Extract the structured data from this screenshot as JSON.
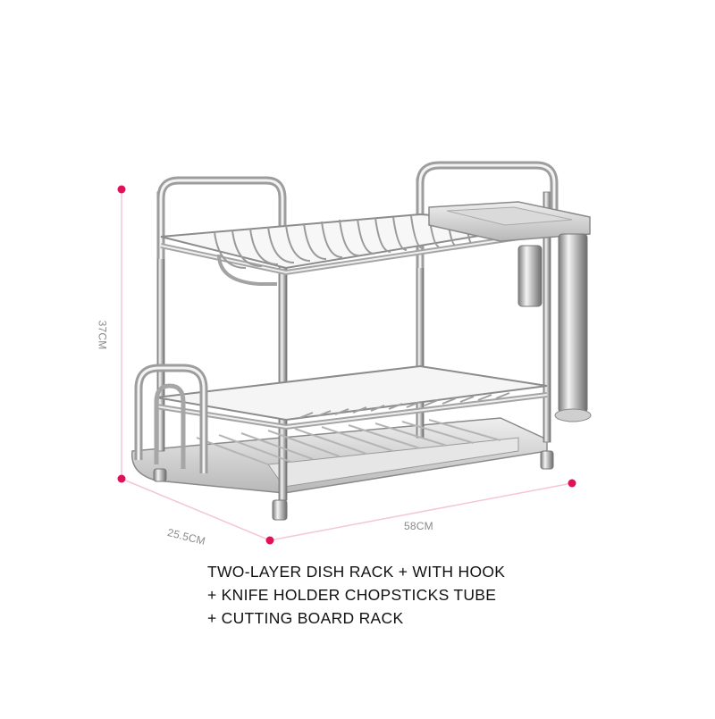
{
  "product": {
    "dimensions": {
      "height_label": "37CM",
      "depth_label": "25.5CM",
      "width_label": "58CM"
    },
    "caption_lines": [
      "TWO-LAYER DISH RACK + WITH HOOK",
      "+ KNIFE HOLDER CHOPSTICKS TUBE",
      "+ CUTTING BOARD RACK"
    ]
  },
  "colors": {
    "dimension_line": "#f4c6d8",
    "dimension_dot": "#e0105a",
    "steel_light": "#f2f2f2",
    "steel_dark": "#6e6e6e",
    "caption_text": "#111111"
  }
}
